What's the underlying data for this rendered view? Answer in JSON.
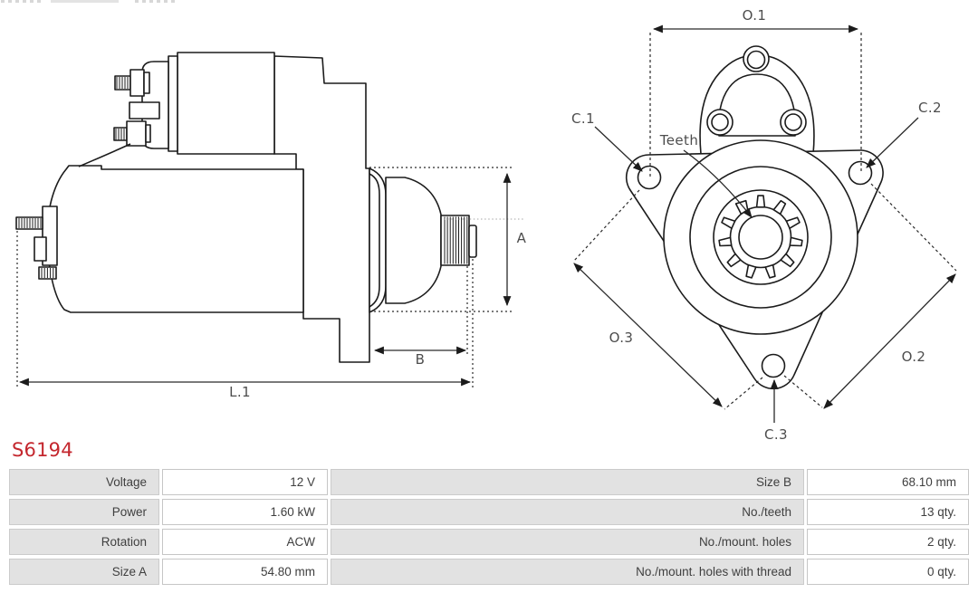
{
  "header": {
    "part_number": "S6194"
  },
  "diagrams": {
    "side_view": {
      "labels": {
        "a": "A",
        "b": "B",
        "l1": "L.1"
      }
    },
    "front_view": {
      "labels": {
        "o1": "O.1",
        "o2": "O.2",
        "o3": "O.3",
        "c1": "C.1",
        "c2": "C.2",
        "c3": "C.3",
        "teeth": "Teeth"
      }
    }
  },
  "spec_table": {
    "rows": [
      {
        "label_left": "Voltage",
        "value_left": "12 V",
        "label_right": "Size B",
        "value_right": "68.10 mm"
      },
      {
        "label_left": "Power",
        "value_left": "1.60 kW",
        "label_right": "No./teeth",
        "value_right": "13 qty."
      },
      {
        "label_left": "Rotation",
        "value_left": "ACW",
        "label_right": "No./mount. holes",
        "value_right": "2 qty."
      },
      {
        "label_left": "Size A",
        "value_left": "54.80 mm",
        "label_right": "No./mount. holes with thread",
        "value_right": "0 qty."
      }
    ]
  },
  "colors": {
    "part_number_red": "#c4272e",
    "line_art": "#1b1b1b",
    "dimension_text": "#4d4d4d",
    "table_label_bg": "#e2e2e2",
    "table_border": "#c6c6c6",
    "table_text": "#3f3f3f"
  }
}
